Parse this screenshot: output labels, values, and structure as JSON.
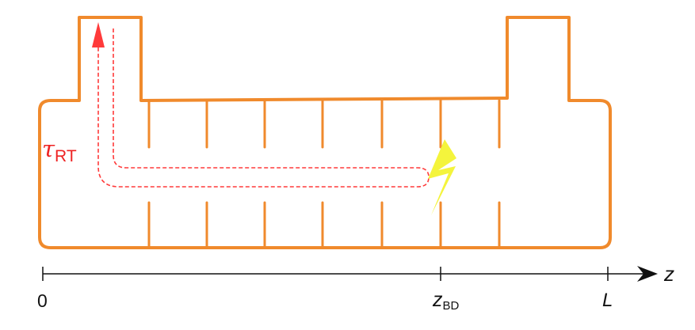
{
  "diagram": {
    "labels": {
      "tau_symbol": "τ",
      "tau_subscript": "RT",
      "z_axis": "z",
      "zero": "0",
      "zbd_symbol": "z",
      "zbd_subscript": "BD",
      "length": "L"
    },
    "colors": {
      "structure": "#f08a2c",
      "path": "#ff3a3a",
      "arrow": "#ff3a3a",
      "spark": "#f4f43c",
      "axis": "#111111",
      "text": "#111111",
      "tau_text": "#ee2222"
    },
    "icons": {
      "breakdown": "lightning-bolt-icon",
      "axis_end": "arrow-right-icon"
    }
  }
}
